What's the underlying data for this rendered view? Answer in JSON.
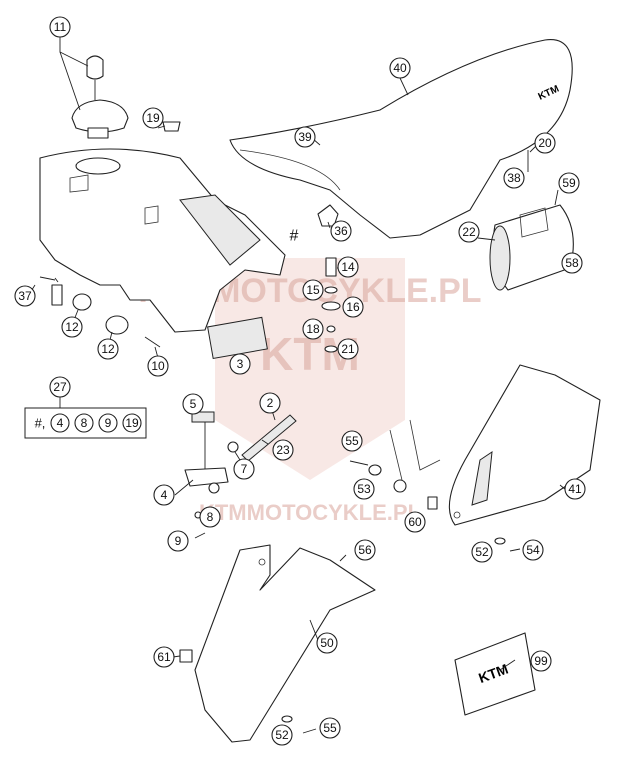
{
  "callouts": {
    "c11": "11",
    "c19": "19",
    "c39": "39",
    "c40": "40",
    "c20": "20",
    "c38": "38",
    "c59": "59",
    "c22": "22",
    "c58": "58",
    "c36": "36",
    "c14": "14",
    "c15": "15",
    "c16": "16",
    "c18": "18",
    "c21": "21",
    "c37": "37",
    "c12a": "12",
    "c12b": "12",
    "c10": "10",
    "c3": "3",
    "c27": "27",
    "c5": "5",
    "c2": "2",
    "c23": "23",
    "c4": "4",
    "c7": "7",
    "c8": "8",
    "c9": "9",
    "c55a": "55",
    "c53": "53",
    "c60": "60",
    "c41": "41",
    "c52a": "52",
    "c54": "54",
    "c56": "56",
    "c50": "50",
    "c61": "61",
    "c52b": "52",
    "c55b": "55",
    "c99": "99"
  },
  "kit_box": {
    "prefix": "#,",
    "items": [
      "4",
      "8",
      "9",
      "19"
    ]
  },
  "hash_marker": "#",
  "seat_logo": "KTM",
  "sticker_logo": "KTM",
  "watermark": {
    "top": "KTMMOTOCYKLE.PL",
    "center": "KTM",
    "bottom": "KTMMOTOCYKLE.PL"
  }
}
